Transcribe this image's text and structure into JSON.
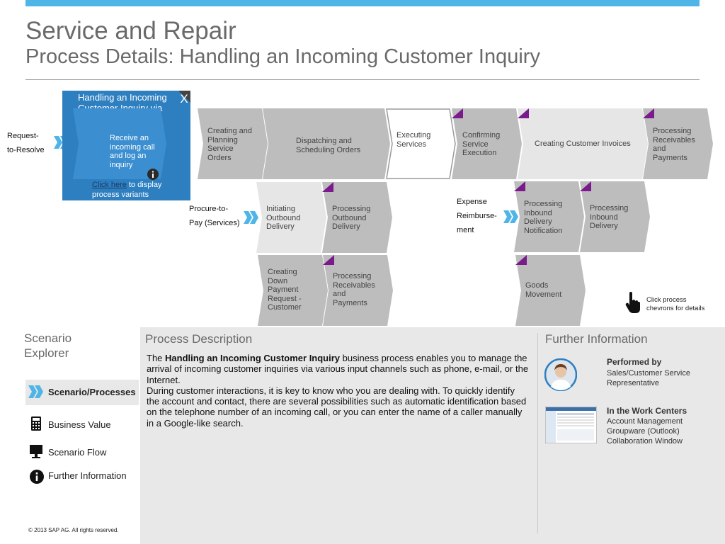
{
  "header": {
    "title": "Service and Repair",
    "subtitle": "Process Details: Handling an Incoming Customer Inquiry"
  },
  "process_map": {
    "request_to_resolve": {
      "label": "Request-\nto-Resolve"
    },
    "popup": {
      "title": "Handling an Incoming Customer Inquiry via Telephony Channel",
      "close_label": "X",
      "step_label": "Receive an incoming call and log an inquiry",
      "link_text": "Click here",
      "link_suffix": " to display process variants"
    },
    "row1": [
      {
        "label": "Creating and\nPlanning\nService\nOrders"
      },
      {
        "label": "Dispatching and\nScheduling Orders"
      },
      {
        "label": "Executing\nServices"
      },
      {
        "label": "Confirming\nService\nExecution"
      },
      {
        "label": "Creating Customer Invoices"
      },
      {
        "label": "Processing\nReceivables\nand\nPayments"
      }
    ],
    "procure_to_pay": {
      "label": "Procure-to-\nPay (Services)",
      "steps": [
        {
          "label": "Initiating\nOutbound\nDelivery"
        },
        {
          "label": "Processing\nOutbound\nDelivery"
        },
        {
          "label": "Creating\nDown\nPayment\nRequest -\nCustomer"
        },
        {
          "label": "Processing\nReceivables\nand\nPayments"
        }
      ]
    },
    "expense_reimbursement": {
      "label": "Expense\nReimburse-\nment",
      "steps": [
        {
          "label": "Processing\nInbound\nDelivery\nNotification"
        },
        {
          "label": "Processing\nInbound\nDelivery"
        },
        {
          "label": "Goods\nMovement"
        }
      ]
    },
    "hint": "Click process\nchevrons for details"
  },
  "scenario_explorer": {
    "title": "Scenario\nExplorer",
    "items": [
      {
        "label": "Scenario/Processes",
        "icon": "double-chevron-icon",
        "active": true
      },
      {
        "label": "Business Value",
        "icon": "calculator-icon",
        "active": false
      },
      {
        "label": "Scenario Flow",
        "icon": "monitor-icon",
        "active": false
      },
      {
        "label": "Further Information",
        "icon": "info-icon",
        "active": false
      }
    ],
    "copyright": "© 2013 SAP AG. All rights reserved."
  },
  "process_description": {
    "heading": "Process Description",
    "p1_prefix": "The ",
    "p1_bold": "Handling an Incoming Customer Inquiry",
    "p1_suffix": " business process enables you to manage the arrival of incoming customer inquiries via various input channels such as phone, e-mail, or the Internet.",
    "p2": "During customer interactions, it is key to know who you are dealing with. To quickly identify the account and contact, there are several possibilities such as automatic identification based on the telephone number of an incoming call, or you can enter the name of a caller manually in a Google-like search."
  },
  "further_information": {
    "heading": "Further Information",
    "performed_by": {
      "heading": "Performed by",
      "lines": [
        "Sales/Customer Service",
        "Representative"
      ]
    },
    "work_centers": {
      "heading": "In the Work Centers",
      "lines": [
        "Account Management",
        "Groupware (Outlook)",
        "Collaboration Window"
      ]
    }
  },
  "colors": {
    "accent_blue": "#2e7fc0",
    "bar_blue": "#4fb5e6",
    "chevron_gray": "#bdbdbd",
    "chevron_light": "#e6e6e6",
    "corner_purple": "#7a1a8c"
  }
}
